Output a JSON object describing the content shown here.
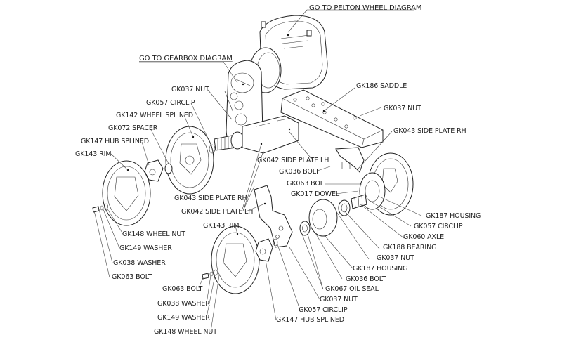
{
  "title": "Pelton wheel drive assembly exploded parts diagram",
  "links": {
    "pelton": "GO TO PELTON WHEEL DIAGRAM",
    "gearbox": "GO TO GEARBOX DIAGRAM"
  },
  "labels": {
    "gk037_nut_top": "GK037 NUT",
    "gk057_circlip_top": "GK057 CIRCLIP",
    "gk142_wheel_splined": "GK142 WHEEL SPLINED",
    "gk072_spacer": "GK072 SPACER",
    "gk147_hub_splined_left": "GK147 HUB SPLINED",
    "gk143_rim_left": "GK143 RIM",
    "gk186_saddle": "GK186 SADDLE",
    "gk037_nut_saddle": "GK037 NUT",
    "gk043_side_plate_rh_right": "GK043 SIDE PLATE RH",
    "gk042_side_plate_lh_mid": "GK042 SIDE PLATE LH",
    "gk036_bolt_mid": "GK036 BOLT",
    "gk063_bolt_mid": "GK063 BOLT",
    "gk017_dowel": "GK017 DOWEL",
    "gk043_side_plate_rh_left": "GK043 SIDE PLATE RH",
    "gk042_side_plate_lh_low": "GK042 SIDE PLATE LH",
    "gk143_rim_low": "GK143 RIM",
    "gk148_wheel_nut_left": "GK148 WHEEL NUT",
    "gk149_washer_left": "GK149 WASHER",
    "gk038_washer_left": "GK038 WASHER",
    "gk063_bolt_left": "GK063 BOLT",
    "gk187_housing_right": "GK187 HOUSING",
    "gk057_circlip_right": "GK057 CIRCLIP",
    "gk060_axle": "GK060 AXLE",
    "gk188_bearing": "GK188 BEARING",
    "gk037_nut_right": "GK037 NUT",
    "gk187_housing_low": "GK187 HOUSING",
    "gk036_bolt_low": "GK036 BOLT",
    "gk067_oil_seal": "GK067 OIL SEAL",
    "gk037_nut_low": "GK037 NUT",
    "gk057_circlip_low": "GK057 CIRCLIP",
    "gk147_hub_splined_low": "GK147 HUB SPLINED",
    "gk063_bolt_low": "GK063 BOLT",
    "gk038_washer_low": "GK038 WASHER",
    "gk149_washer_low": "GK149 WASHER",
    "gk148_wheel_nut_low": "GK148 WHEEL NUT"
  }
}
